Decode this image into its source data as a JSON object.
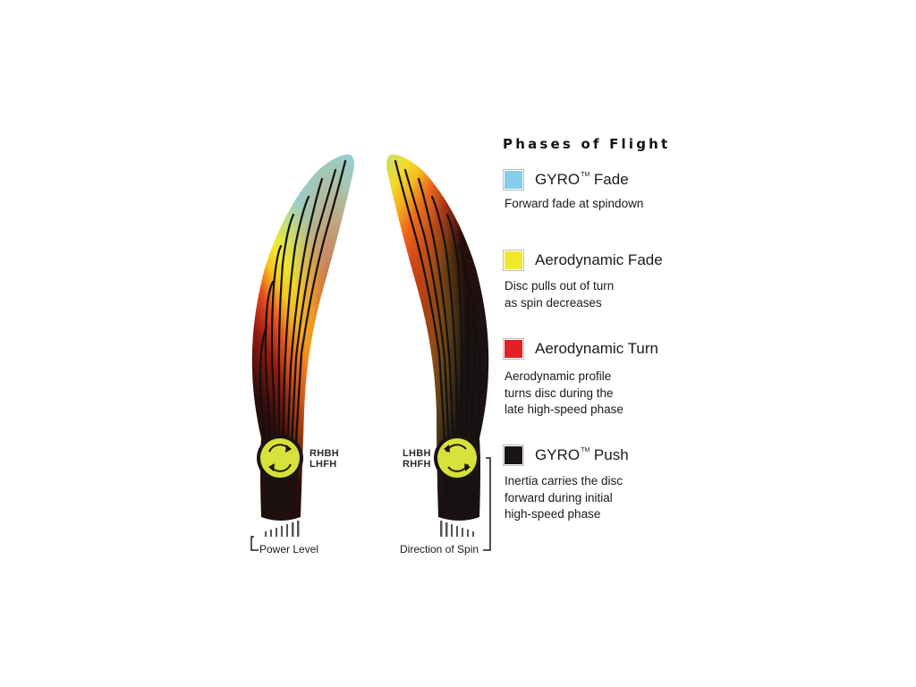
{
  "legend": {
    "title": "Phases of Flight",
    "items": [
      {
        "name_main": "GYRO",
        "name_tm": "TM",
        "name_rest": " Fade",
        "desc": "Forward fade at spindown",
        "color": "#87cdea"
      },
      {
        "name_main": "Aerodynamic Fade",
        "name_tm": "",
        "name_rest": "",
        "desc": "Disc pulls out of turn\nas spin decreases",
        "color": "#f2e82a"
      },
      {
        "name_main": "Aerodynamic Turn",
        "name_tm": "",
        "name_rest": "",
        "desc": "Aerodynamic profile\nturns disc during the\nlate high-speed phase",
        "color": "#e22026"
      },
      {
        "name_main": "GYRO",
        "name_tm": "TM",
        "name_rest": " Push",
        "desc": "Inertia carries the disc\nforward during initial\nhigh-speed phase",
        "color": "#1a1414"
      }
    ]
  },
  "left_path": {
    "throw_label_1": "RHBH",
    "throw_label_2": "LHFH",
    "bottom_label": "Power Level"
  },
  "right_path": {
    "throw_label_1": "LHBH",
    "throw_label_2": "RHFH",
    "bottom_label": "Direction of Spin"
  },
  "colors": {
    "sky": "#87cdea",
    "yellow": "#f2e82a",
    "orange": "#f08a1c",
    "red": "#e22026",
    "dark": "#1a1414",
    "disc": "#d6e23a"
  }
}
